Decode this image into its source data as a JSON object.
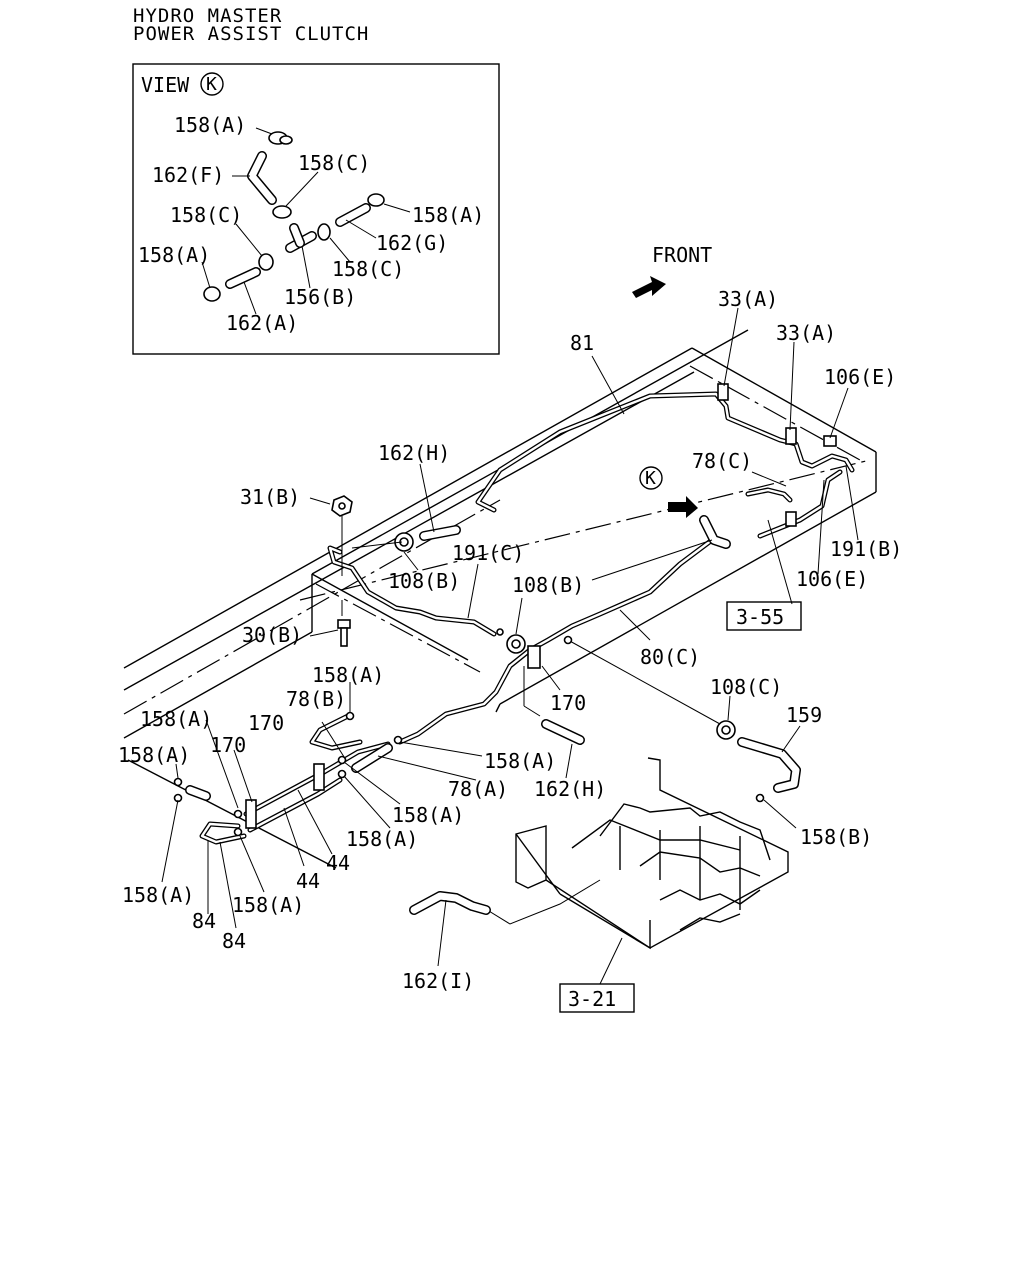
{
  "header": {
    "line1": "HYDRO MASTER",
    "line2": "POWER ASSIST CLUTCH"
  },
  "inset": {
    "view_label": "VIEW",
    "view_letter": "K",
    "labels": {
      "l1": "158(A)",
      "l2": "162(F)",
      "l3": "158(C)",
      "l4": "158(C)",
      "l5": "158(A)",
      "l6": "162(G)",
      "l7": "158(A)",
      "l8": "158(C)",
      "l9": "156(B)",
      "l10": "162(A)"
    }
  },
  "main": {
    "front_label": "FRONT",
    "view_marker": "K",
    "labels": {
      "p33a_1": "33(A)",
      "p33a_2": "33(A)",
      "p81": "81",
      "p106e_1": "106(E)",
      "p162h_1": "162(H)",
      "p78c": "78(C)",
      "p31b": "31(B)",
      "p191c": "191(C)",
      "p191b": "191(B)",
      "p108b_1": "108(B)",
      "p108b_2": "108(B)",
      "p106e_2": "106(E)",
      "p30b": "30(B)",
      "p80c": "80(C)",
      "p158a_1": "158(A)",
      "p170_1": "170",
      "p78b": "78(B)",
      "p108c": "108(C)",
      "p159": "159",
      "p158a_2": "158(A)",
      "p170_2": "170",
      "p170_3": "170",
      "p158a_3": "158(A)",
      "p158a_4": "158(A)",
      "p78a": "78(A)",
      "p162h_2": "162(H)",
      "p158a_5": "158(A)",
      "p158b": "158(B)",
      "p158a_6": "158(A)",
      "p44_1": "44",
      "p44_2": "44",
      "p158a_7": "158(A)",
      "p158a_8": "158(A)",
      "p84_1": "84",
      "p84_2": "84",
      "p162i": "162(I)"
    },
    "ref_boxes": {
      "ref_355": "3-55",
      "ref_321": "3-21"
    }
  }
}
